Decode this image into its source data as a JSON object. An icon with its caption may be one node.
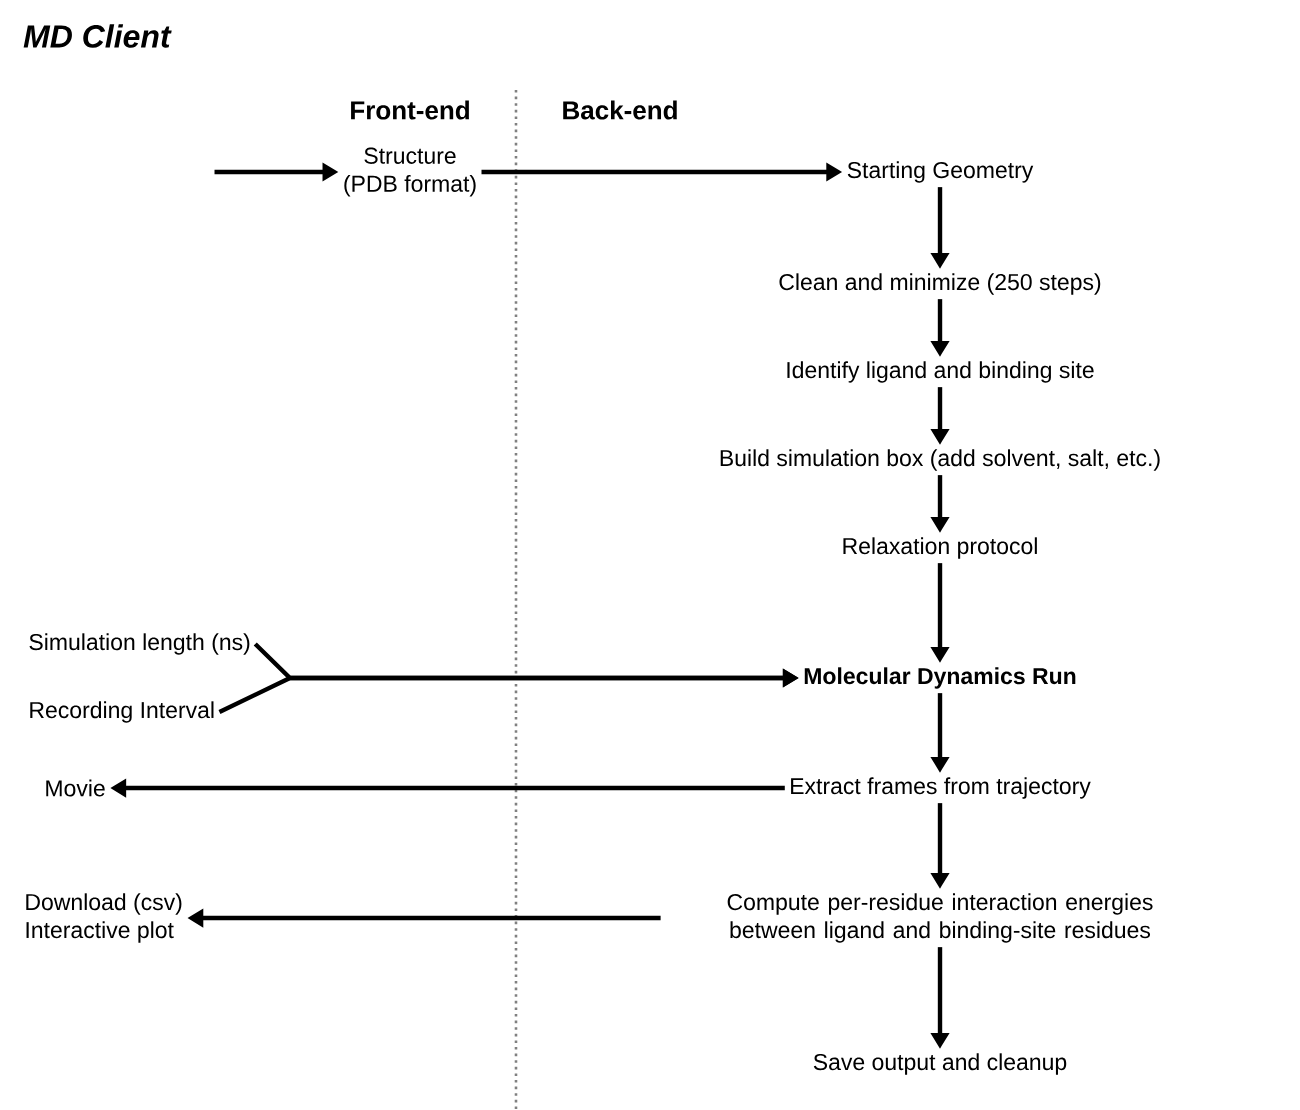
{
  "diagram": {
    "title": "MD Client",
    "nodes": [
      {
        "text": [
          "Structure",
          "(PDB format)"
        ]
      },
      {
        "text": [
          "Starting Geometry"
        ]
      },
      {
        "text": [
          "Clean and minimize (250 steps)"
        ]
      },
      {
        "text": [
          "Identify ligand and binding site"
        ]
      },
      {
        "text": [
          "Build simulation box (add solvent, salt, etc.)"
        ]
      },
      {
        "text": [
          "Relaxation protocol"
        ]
      },
      {
        "text": [
          "Simulation length (ns)"
        ]
      },
      {
        "text": [
          "Recording Interval"
        ]
      },
      {
        "text": [
          "**Molecular Dynamics Run**"
        ]
      },
      {
        "text": [
          "Movie"
        ]
      },
      {
        "text": [
          "Extract frames from trajectory"
        ]
      },
      {
        "text": [
          "Download (csv)",
          "Interactive plot"
        ]
      },
      {
        "text": [
          "Compute per-residue interaction energies between ligand and binding-site residues"
        ]
      },
      {
        "text": [
          "Save output and cleanup"
        ]
      }
    ],
    "edges": [
      {
        "from": null,
        "to": 0,
        "arrow": "to"
      },
      {
        "from": 0,
        "to": 1,
        "arrow": "to"
      },
      {
        "from": 1,
        "to": 2,
        "arrow": "to"
      },
      {
        "from": 2,
        "to": 3,
        "arrow": "to"
      },
      {
        "from": 3,
        "to": 4,
        "arrow": "to"
      },
      {
        "from": 4,
        "to": 5,
        "arrow": "to"
      },
      {
        "from": 5,
        "to": 8,
        "arrow": "to"
      },
      {
        "from": 6,
        "to": 8,
        "arrow": "to"
      },
      {
        "from": 7,
        "to": 8,
        "arrow": "to"
      },
      {
        "from": 8,
        "to": 10,
        "arrow": "to"
      },
      {
        "from": 10,
        "to": 9,
        "arrow": "to"
      },
      {
        "from": 10,
        "to": 12,
        "arrow": "to"
      },
      {
        "from": 12,
        "to": 11,
        "arrow": "to"
      },
      {
        "from": 12,
        "to": 13,
        "arrow": "to"
      }
    ],
    "labels": [
      "Front-end",
      "Back-end"
    ]
  }
}
